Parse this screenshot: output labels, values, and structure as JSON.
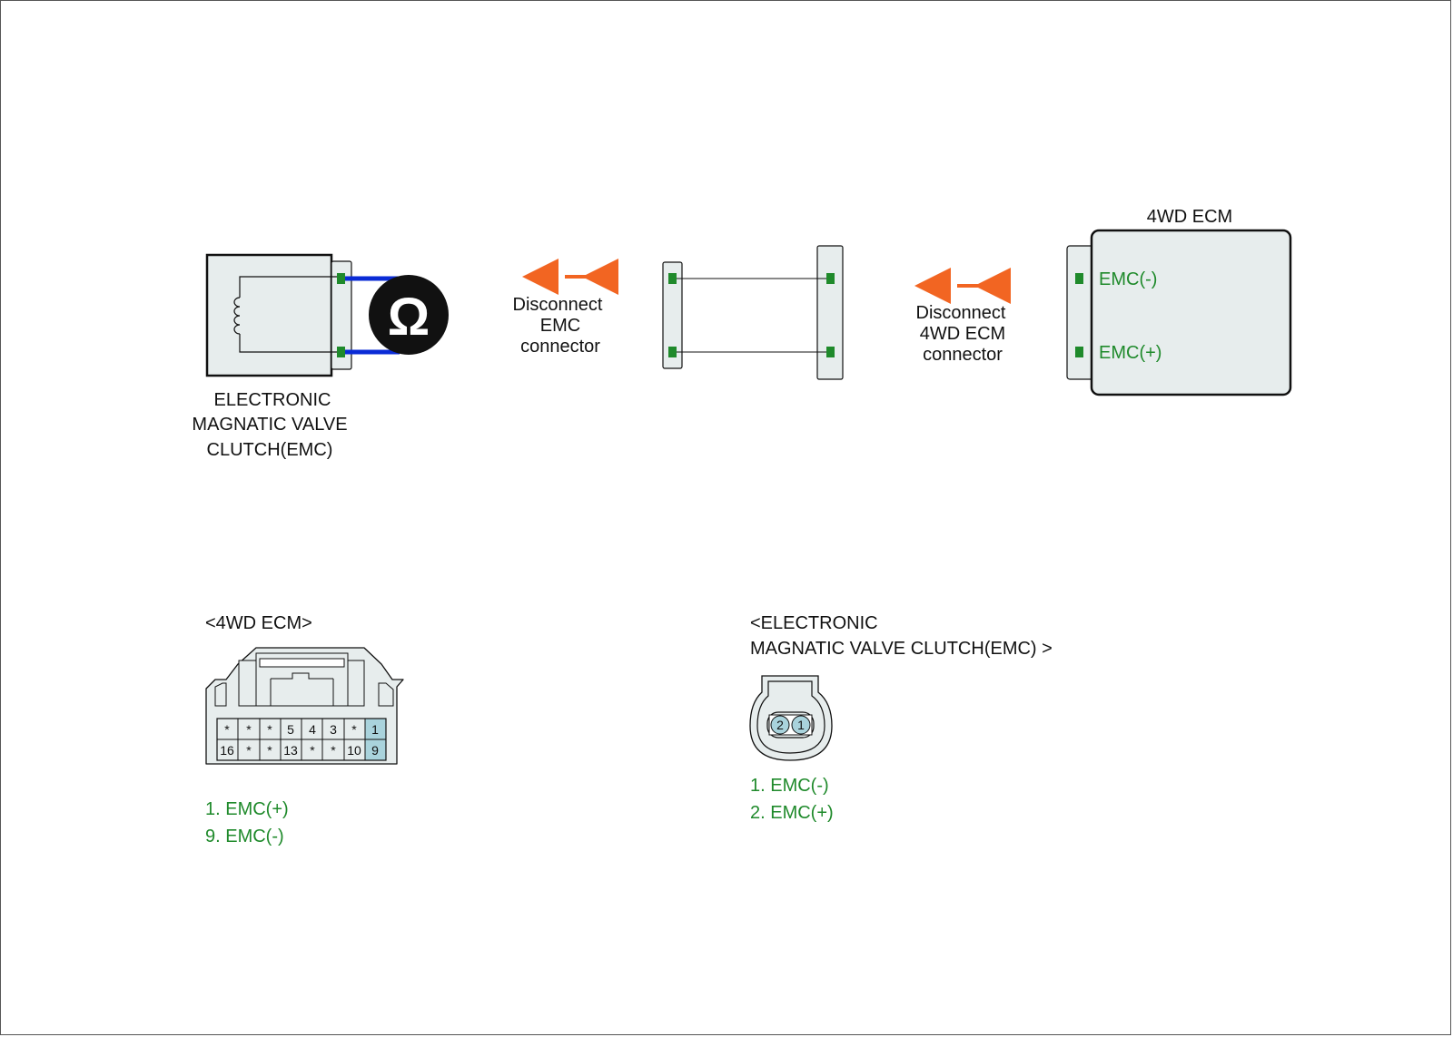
{
  "emc_component": {
    "label_line1": "ELECTRONIC",
    "label_line2": "MAGNATIC VALVE",
    "label_line3": "CLUTCH(EMC)",
    "meter_symbol": "Ω"
  },
  "disconnect_emc": {
    "line1": "Disconnect",
    "line2": "EMC",
    "line3": "connector"
  },
  "disconnect_ecm": {
    "line1": "Disconnect",
    "line2": "4WD ECM",
    "line3": "connector"
  },
  "ecm_unit": {
    "title": "4WD ECM",
    "pin_top": "EMC(-)",
    "pin_bottom": "EMC(+)"
  },
  "ecm_connector": {
    "title": "<4WD ECM>",
    "row1": [
      "*",
      "*",
      "*",
      "5",
      "4",
      "3",
      "*",
      "1"
    ],
    "row2": [
      "16",
      "*",
      "*",
      "13",
      "*",
      "*",
      "10",
      "9"
    ],
    "pins": [
      "1. EMC(+)",
      "9. EMC(-)"
    ]
  },
  "emc_connector": {
    "title_line1": "<ELECTRONIC",
    "title_line2": "MAGNATIC VALVE CLUTCH(EMC) >",
    "cells": [
      "2",
      "1"
    ],
    "pins": [
      "1. EMC(-)",
      "2. EMC(+)"
    ]
  },
  "colors": {
    "pin_green": "#1f8a2b",
    "probe_blue": "#0a2bd6",
    "arrow_orange": "#f26522",
    "box_fill": "#e7eded",
    "highlight_cell": "#a9d3dc"
  }
}
